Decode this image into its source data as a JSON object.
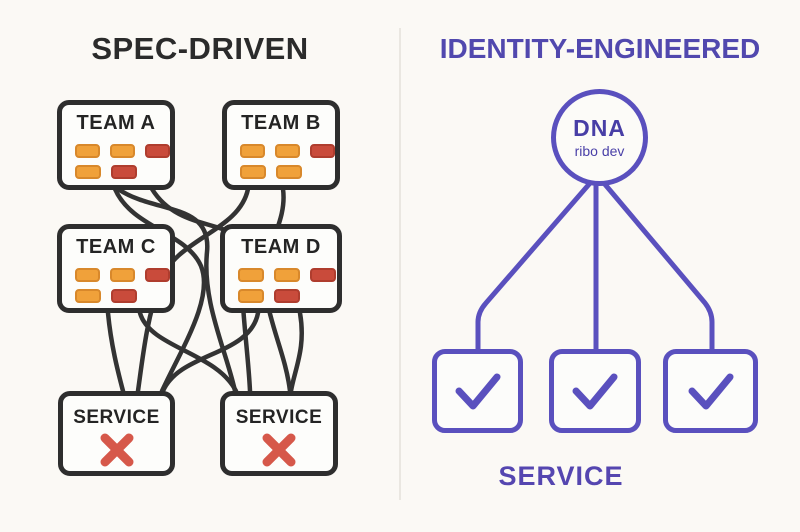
{
  "left_panel": {
    "title": "SPEC-DRIVEN",
    "teams": [
      {
        "label": "TEAM A",
        "chips_row1": [
          "orange",
          "orange",
          "red"
        ],
        "chips_row2": [
          "orange",
          "red"
        ]
      },
      {
        "label": "TEAM B",
        "chips_row1": [
          "orange",
          "orange",
          "red"
        ],
        "chips_row2": [
          "orange",
          "orange"
        ]
      },
      {
        "label": "TEAM C",
        "chips_row1": [
          "orange",
          "orange",
          "red"
        ],
        "chips_row2": [
          "orange",
          "red"
        ]
      },
      {
        "label": "TEAM D",
        "chips_row1": [
          "orange",
          "orange",
          "red"
        ],
        "chips_row2": [
          "orange",
          "red"
        ]
      }
    ],
    "services": [
      {
        "label": "SERVICE",
        "status": "fail"
      },
      {
        "label": "SERVICE",
        "status": "fail"
      }
    ]
  },
  "right_panel": {
    "title": "IDENTITY-ENGINEERED",
    "node": {
      "title": "DNA",
      "subtitle": "ribo dev"
    },
    "checkbox_count": 3,
    "service_label": "SERVICE"
  },
  "icons": {
    "fail": "x-icon",
    "pass": "check-icon"
  },
  "colors": {
    "background": "#FBF9F5",
    "divider": "#EAE7E1",
    "dark_stroke": "#2E2E2E",
    "dark_text": "#2B2B2B",
    "purple": "#5A50BE",
    "purple_text": "#5148AE",
    "chip_orange": "#F0A13A",
    "chip_orange_border": "#D8882B",
    "chip_red": "#C94B3B",
    "chip_red_border": "#AF3D2E",
    "x_red": "#D6584A"
  }
}
